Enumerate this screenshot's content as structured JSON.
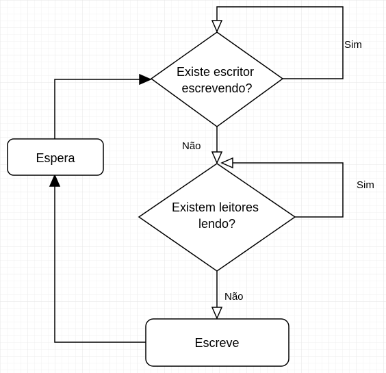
{
  "colors": {
    "background": "#ffffff",
    "grid": "#eeeeee",
    "stroke": "#000000",
    "node_fill": "#ffffff"
  },
  "nodes": {
    "decision_writer": {
      "line1": "Existe escritor",
      "line2": "escrevendo?"
    },
    "decision_readers": {
      "line1": "Existem leitores",
      "line2": "lendo?"
    },
    "wait": {
      "label": "Espera"
    },
    "write": {
      "label": "Escreve"
    }
  },
  "edges": {
    "writer_yes": "Sim",
    "writer_no": "Não",
    "readers_yes": "Sim",
    "readers_no": "Não"
  }
}
